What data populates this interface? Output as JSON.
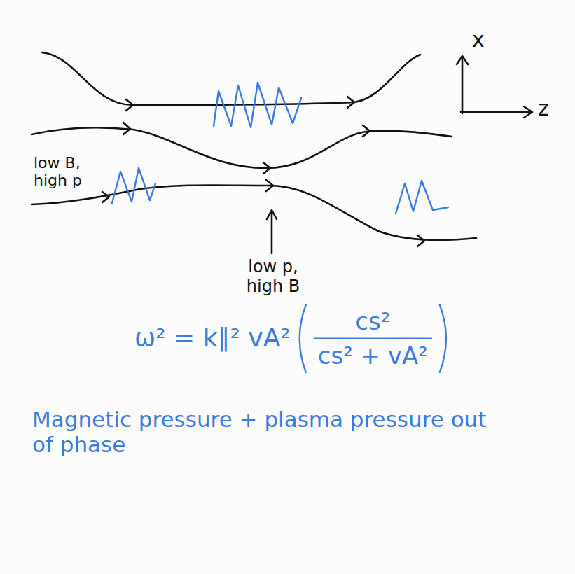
{
  "diagram": {
    "labels": [
      "x",
      "z",
      "low B, high p",
      "low p, high B",
      "ω² = k∥² vA²",
      "cs²",
      "cs² + vA²",
      "Magnetic pressure + plasma pressure out of phase"
    ]
  }
}
